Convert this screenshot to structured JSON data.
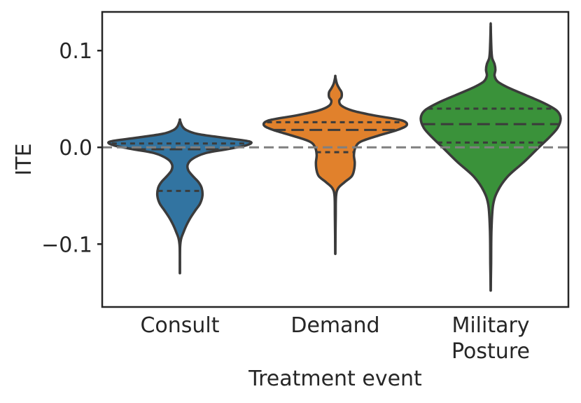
{
  "chart_data": {
    "type": "violin",
    "xlabel": "Treatment event",
    "ylabel": "ITE",
    "ylim": [
      -0.165,
      0.14
    ],
    "yticks": [
      {
        "value": 0.1,
        "label": "0.1"
      },
      {
        "value": 0.0,
        "label": "0.0"
      },
      {
        "value": -0.1,
        "label": "−0.1"
      }
    ],
    "reference_line": {
      "y": 0.0,
      "style": "dashed",
      "color": "#808080"
    },
    "grid": false,
    "categories": [
      {
        "label_lines": [
          "Consult"
        ],
        "color": "#3274a1",
        "whisker": [
          -0.13,
          0.028
        ],
        "quartiles": [
          -0.045,
          -0.002,
          0.004
        ],
        "profile": [
          [
            -0.13,
            0.0
          ],
          [
            -0.1,
            0.005
          ],
          [
            -0.087,
            0.05
          ],
          [
            -0.075,
            0.12
          ],
          [
            -0.065,
            0.2
          ],
          [
            -0.058,
            0.26
          ],
          [
            -0.05,
            0.29
          ],
          [
            -0.042,
            0.28
          ],
          [
            -0.036,
            0.24
          ],
          [
            -0.03,
            0.17
          ],
          [
            -0.024,
            0.11
          ],
          [
            -0.018,
            0.1
          ],
          [
            -0.012,
            0.16
          ],
          [
            -0.006,
            0.33
          ],
          [
            -0.002,
            0.6
          ],
          [
            0.002,
            0.85
          ],
          [
            0.006,
            0.9
          ],
          [
            0.01,
            0.55
          ],
          [
            0.014,
            0.22
          ],
          [
            0.018,
            0.08
          ],
          [
            0.022,
            0.03
          ],
          [
            0.028,
            0.0
          ]
        ]
      },
      {
        "label_lines": [
          "Demand"
        ],
        "color": "#e1812c",
        "whisker": [
          -0.11,
          0.073
        ],
        "quartiles": [
          -0.005,
          0.018,
          0.026
        ],
        "profile": [
          [
            -0.11,
            0.0
          ],
          [
            -0.07,
            0.005
          ],
          [
            -0.05,
            0.01
          ],
          [
            -0.042,
            0.04
          ],
          [
            -0.036,
            0.12
          ],
          [
            -0.03,
            0.21
          ],
          [
            -0.024,
            0.24
          ],
          [
            -0.016,
            0.25
          ],
          [
            -0.008,
            0.24
          ],
          [
            0.0,
            0.26
          ],
          [
            0.006,
            0.33
          ],
          [
            0.012,
            0.55
          ],
          [
            0.018,
            0.8
          ],
          [
            0.023,
            0.92
          ],
          [
            0.028,
            0.85
          ],
          [
            0.033,
            0.5
          ],
          [
            0.038,
            0.22
          ],
          [
            0.043,
            0.08
          ],
          [
            0.048,
            0.05
          ],
          [
            0.052,
            0.08
          ],
          [
            0.057,
            0.08
          ],
          [
            0.061,
            0.05
          ],
          [
            0.066,
            0.02
          ],
          [
            0.073,
            0.0
          ]
        ]
      },
      {
        "label_lines": [
          "Military",
          "Posture"
        ],
        "color": "#3a923a",
        "whisker": [
          -0.148,
          0.125
        ],
        "quartiles": [
          0.005,
          0.024,
          0.04
        ],
        "profile": [
          [
            -0.148,
            0.0
          ],
          [
            -0.12,
            0.005
          ],
          [
            -0.085,
            0.01
          ],
          [
            -0.06,
            0.03
          ],
          [
            -0.045,
            0.09
          ],
          [
            -0.03,
            0.22
          ],
          [
            -0.015,
            0.43
          ],
          [
            0.0,
            0.62
          ],
          [
            0.01,
            0.75
          ],
          [
            0.02,
            0.86
          ],
          [
            0.03,
            0.9
          ],
          [
            0.038,
            0.85
          ],
          [
            0.046,
            0.68
          ],
          [
            0.054,
            0.45
          ],
          [
            0.062,
            0.22
          ],
          [
            0.068,
            0.09
          ],
          [
            0.074,
            0.05
          ],
          [
            0.08,
            0.06
          ],
          [
            0.086,
            0.05
          ],
          [
            0.092,
            0.02
          ],
          [
            0.1,
            0.01
          ],
          [
            0.125,
            0.0
          ]
        ]
      }
    ]
  }
}
